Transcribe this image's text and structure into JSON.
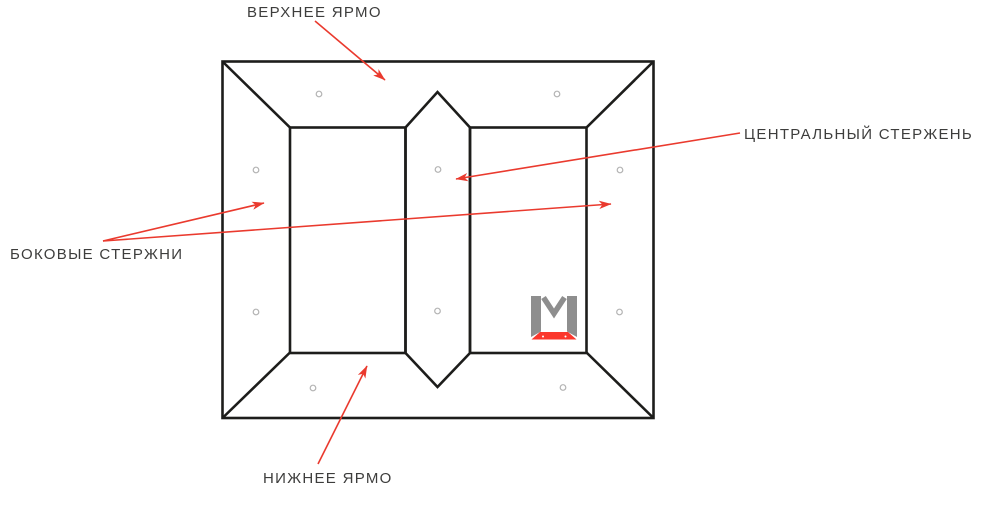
{
  "diagram": {
    "labels": {
      "top_yoke": "ВЕРХНЕЕ ЯРМО",
      "central_rod": "ЦЕНТРАЛЬНЫЙ СТЕРЖЕНЬ",
      "side_rods": "БОКОВЫЕ СТЕРЖНИ",
      "bottom_yoke": "НИЖНЕЕ ЯРМО"
    },
    "icons": {
      "brand_logo": "m-frame-logo"
    }
  },
  "colors": {
    "background": "#ffffff",
    "line": "#1d1d1b",
    "accent_red": "#ea3a2e",
    "label_text": "#3d3d3c",
    "hole_stroke": "#b3b3b3",
    "logo_gray": "#8e8e8e",
    "logo_red": "#fb372c"
  }
}
